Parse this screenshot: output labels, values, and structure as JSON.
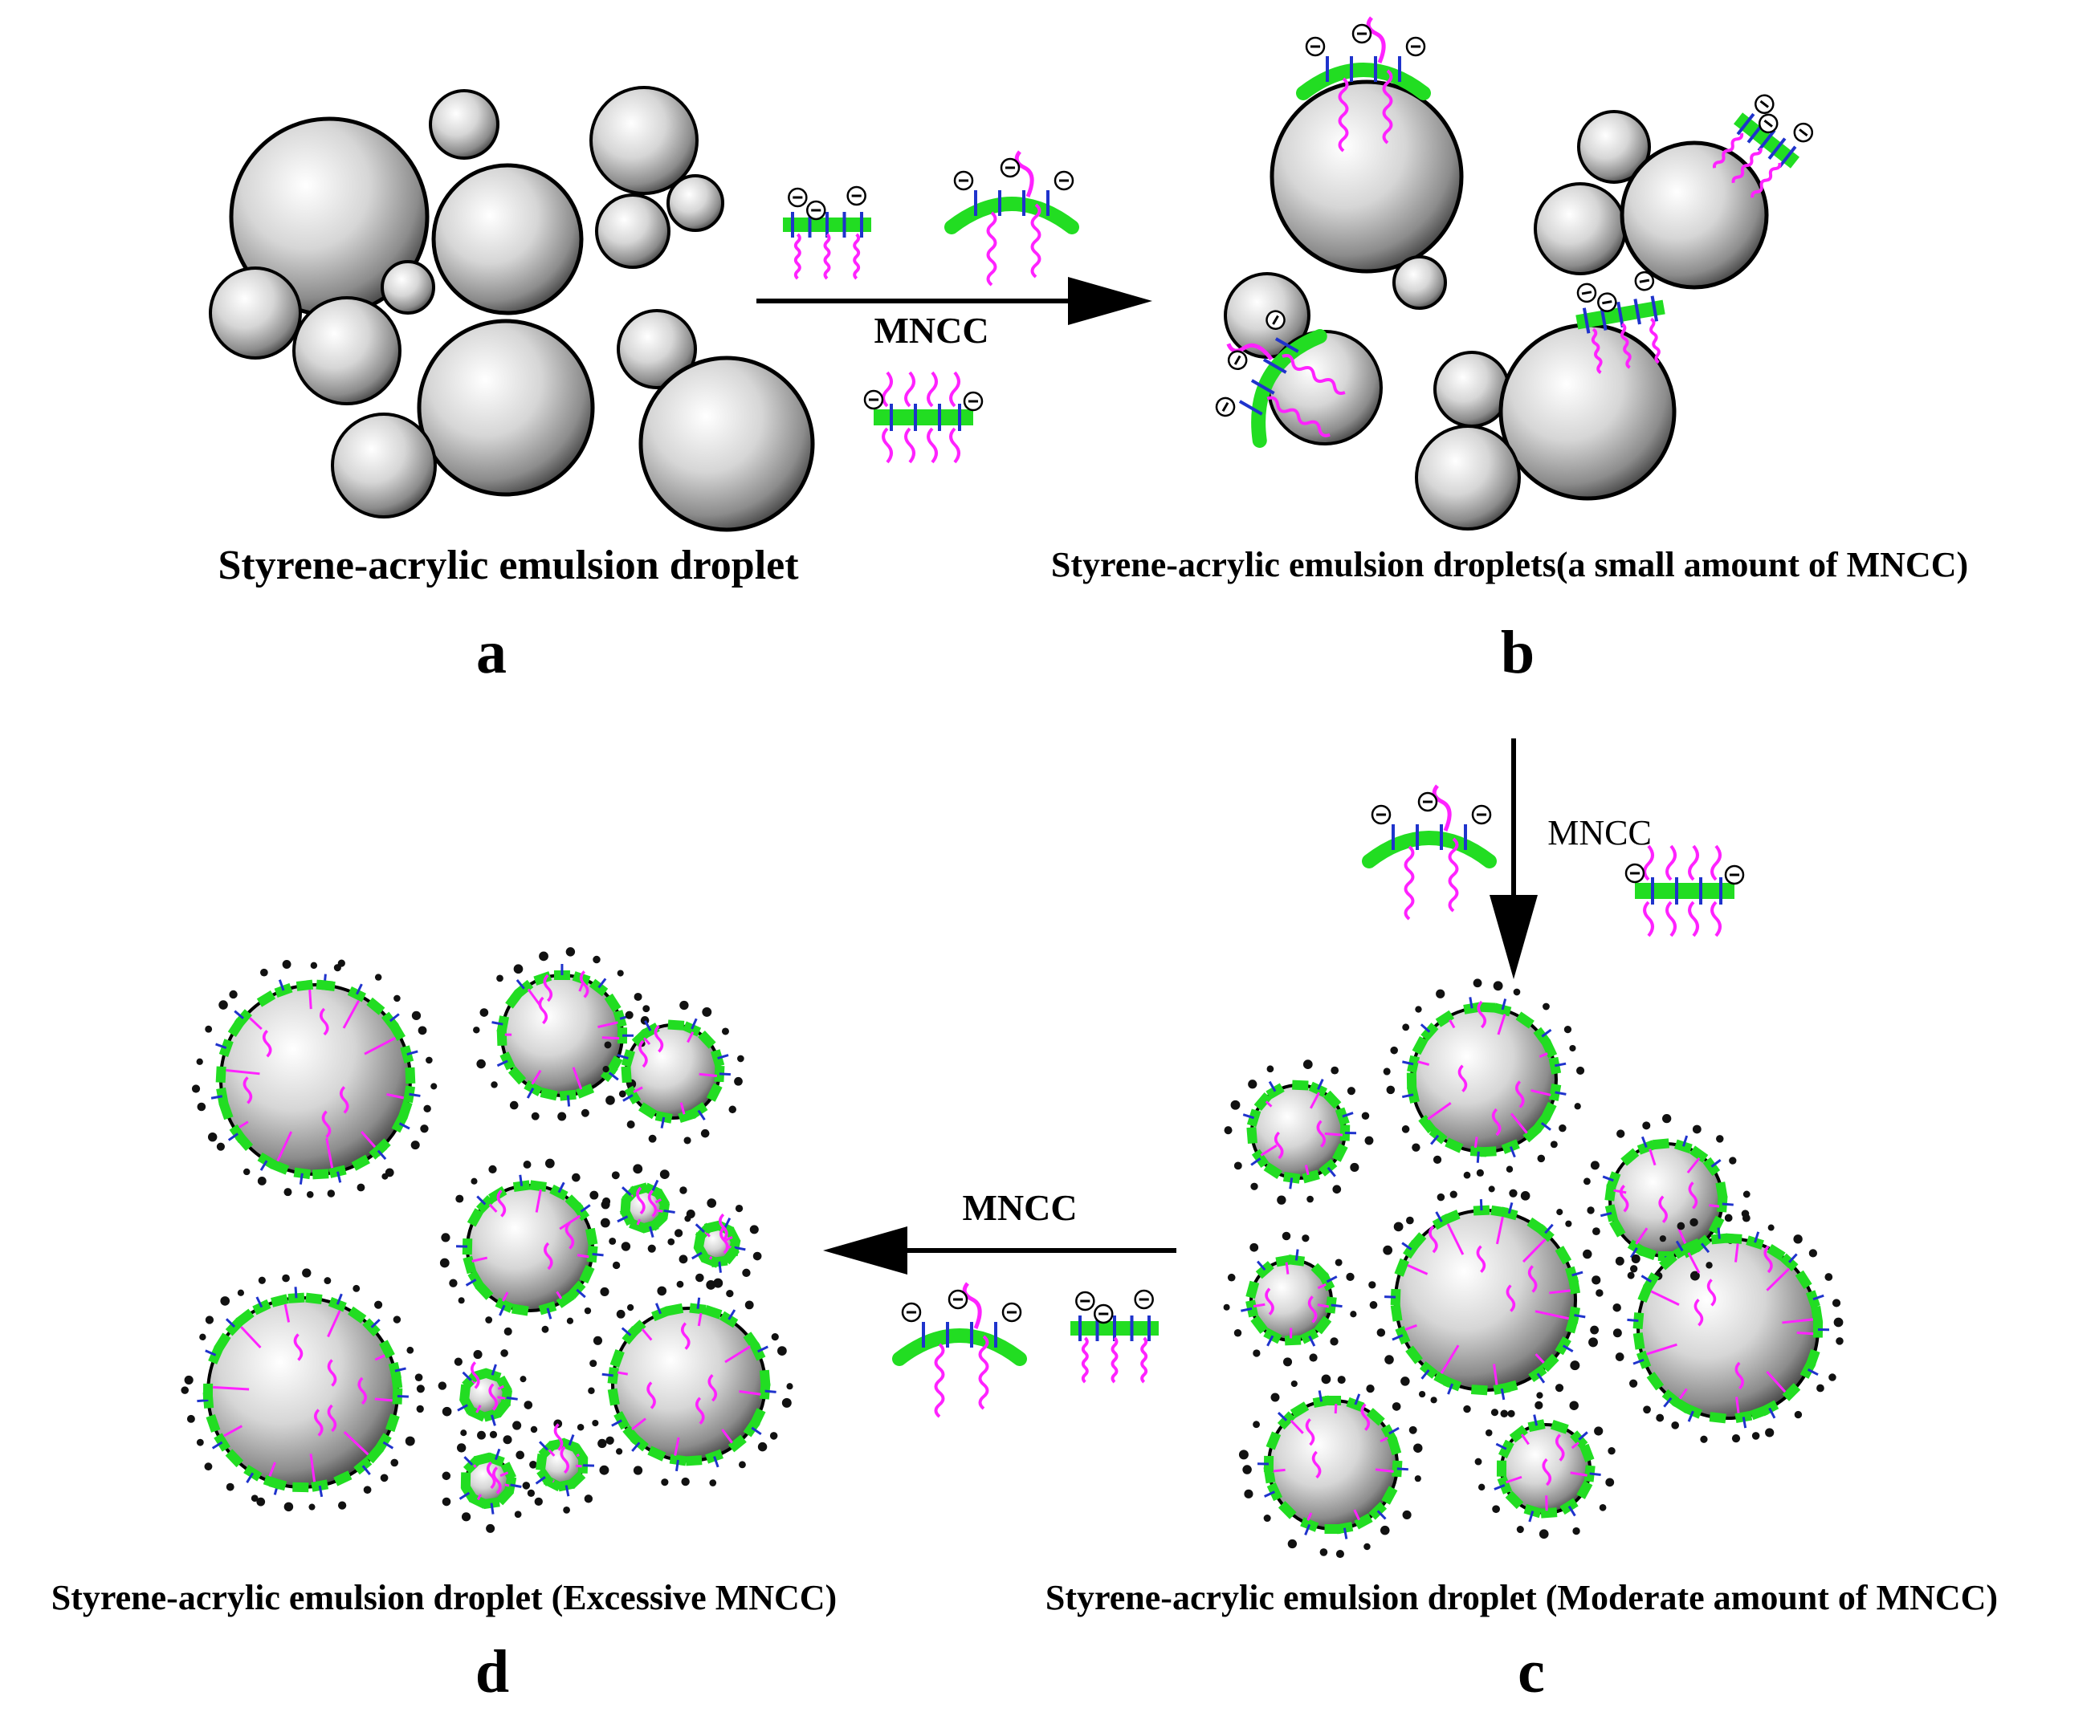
{
  "panels": {
    "a": {
      "letter": "a",
      "caption": "Styrene-acrylic emulsion droplet"
    },
    "b": {
      "letter": "b",
      "caption": "Styrene-acrylic emulsion droplets(a small amount of MNCC)"
    },
    "c": {
      "letter": "c",
      "caption": "Styrene-acrylic emulsion droplet (Moderate amount of MNCC)"
    },
    "d": {
      "letter": "d",
      "caption": "Styrene-acrylic emulsion droplet (Excessive MNCC)"
    }
  },
  "arrows": {
    "a_to_b": {
      "label": "MNCC"
    },
    "b_to_c": {
      "label": "MNCC"
    },
    "c_to_d": {
      "label": "MNCC"
    }
  },
  "symbols": {
    "charge": "⊖"
  },
  "colors": {
    "cellulose_backbone": "#22dd22",
    "side_chain": "#ff22ff",
    "charge_tick": "#1f33cc",
    "droplet_light": "#ffffff",
    "droplet_dark": "#3a3a3a",
    "charge_dot": "#111111"
  }
}
